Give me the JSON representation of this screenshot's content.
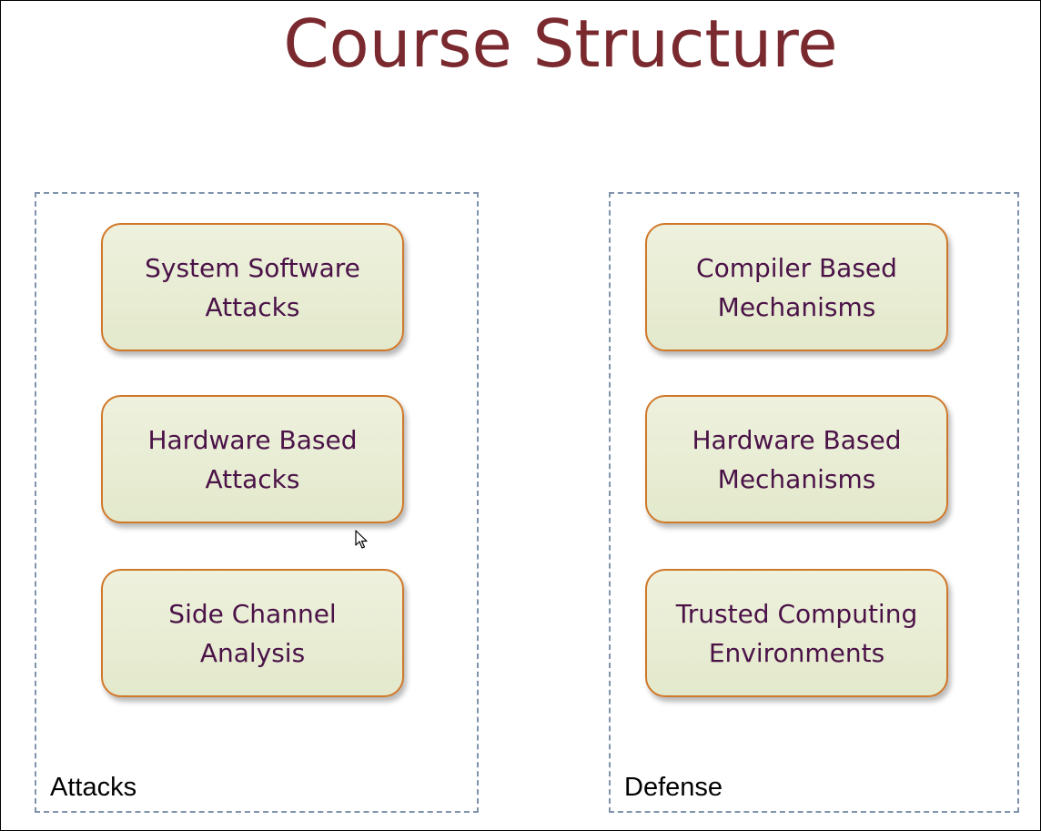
{
  "slide": {
    "title": "Course Structure"
  },
  "attacks": {
    "label": "Attacks",
    "items": [
      "System Software Attacks",
      "Hardware Based Attacks",
      "Side Channel Analysis"
    ]
  },
  "defense": {
    "label": "Defense",
    "items": [
      "Compiler Based Mechanisms",
      "Hardware Based Mechanisms",
      "Trusted Computing Environments"
    ]
  },
  "colors": {
    "title": "#7a2a2f",
    "box_border": "#d0782a",
    "box_fill": "#e8ecd5",
    "box_text": "#4b1248",
    "group_border": "#7f93ad"
  }
}
